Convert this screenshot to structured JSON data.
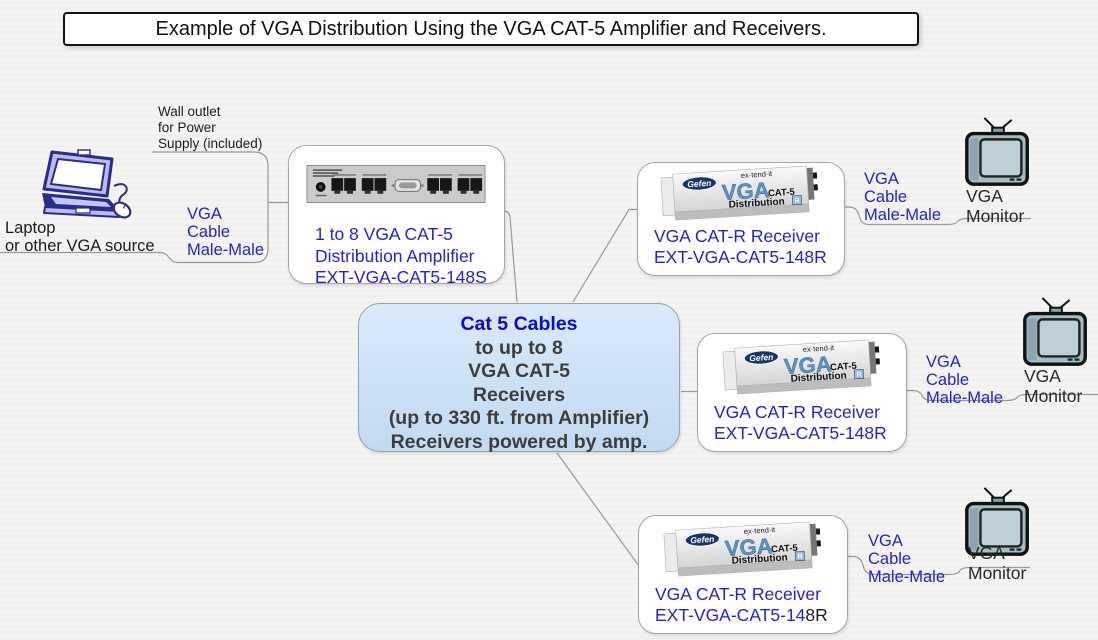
{
  "title": "Example of VGA Distribution Using the VGA CAT-5 Amplifier and Receivers.",
  "laptop": {
    "label1": "Laptop",
    "label2": "or other VGA source"
  },
  "wall_outlet": {
    "line1": "Wall outlet",
    "line2": "for Power",
    "line3": "Supply (included)"
  },
  "vga_cable": {
    "line1": "VGA",
    "line2": "Cable",
    "line3": "Male-Male"
  },
  "amplifier": {
    "line1": "1 to 8 VGA CAT-5",
    "line2": "Distribution Amplifier",
    "line3": "EXT-VGA-CAT5-148S"
  },
  "center_note": {
    "heading": "Cat 5 Cables",
    "line1": "to up to 8",
    "line2": "VGA CAT-5",
    "line3": "Receivers",
    "line4": "(up to 330 ft. from Amplifier)",
    "line5": "Receivers powered by amp."
  },
  "receiver": {
    "name": "VGA CAT-R Receiver",
    "model": "EXT-VGA-CAT5-148R",
    "model_prefix": "EXT-VGA-CAT5-14",
    "model_suffix": "8R"
  },
  "monitor": {
    "line1": "VGA",
    "line2": "Monitor"
  },
  "device": {
    "brand": "Gefen",
    "tagline": "ex·tend·it",
    "product": "VGA",
    "cat": "CAT-5",
    "distribution": "Distribution",
    "badge": "R"
  },
  "colors": {
    "accent_blue": "#2323cb",
    "note_heading_blue": "#0b0bd0",
    "note_fill_top": "#daeafb",
    "note_fill_bottom": "#c2daf1",
    "connector_gray": "#999999"
  }
}
